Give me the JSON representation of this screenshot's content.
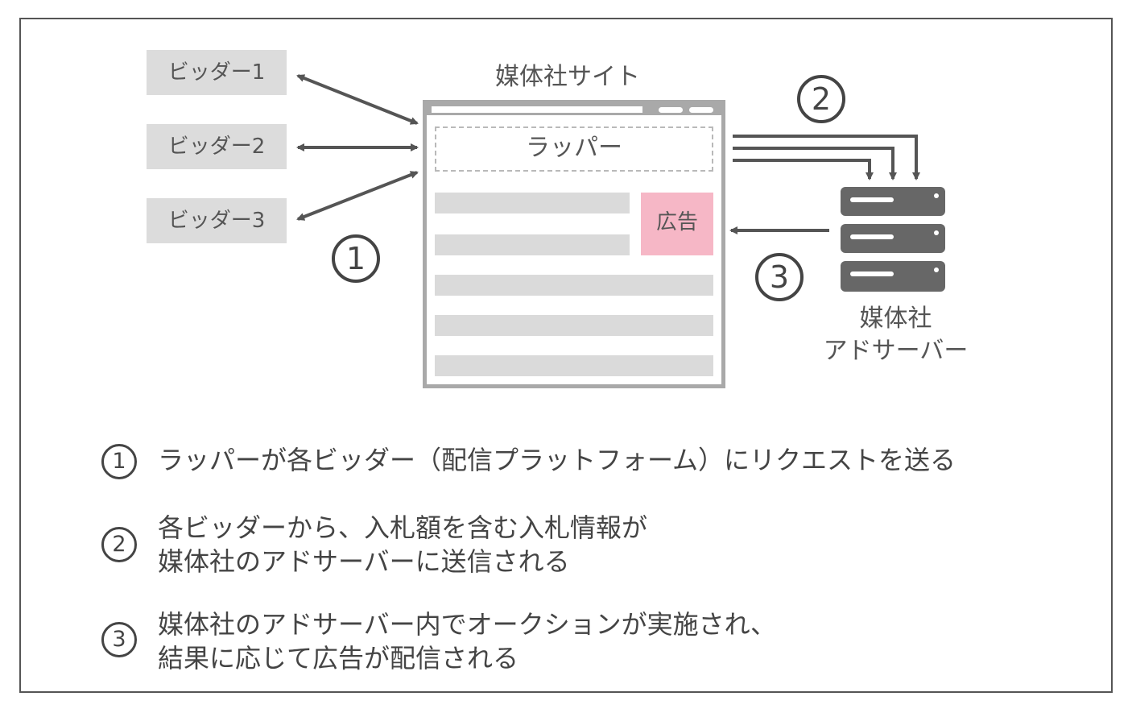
{
  "bidders": [
    "ビッダー1",
    "ビッダー2",
    "ビッダー3"
  ],
  "site_title": "媒体社サイト",
  "wrapper_label": "ラッパー",
  "ad_label": "広告",
  "server_label_line1": "媒体社",
  "server_label_line2": "アドサーバー",
  "markers": [
    "1",
    "2",
    "3"
  ],
  "steps": [
    {
      "num": "1",
      "lines": [
        "ラッパーが各ビッダー（配信プラットフォーム）にリクエストを送る"
      ]
    },
    {
      "num": "2",
      "lines": [
        "各ビッダーから、入札額を含む入札情報が",
        "媒体社のアドサーバーに送信される"
      ]
    },
    {
      "num": "3",
      "lines": [
        "媒体社のアドサーバー内でオークションが実施され、",
        "結果に応じて広告が配信される"
      ]
    }
  ],
  "colors": {
    "accent_ad": "#f6b7c6",
    "arrow": "#555555",
    "server": "#676767",
    "bidder_bg": "#dcdcdc"
  }
}
